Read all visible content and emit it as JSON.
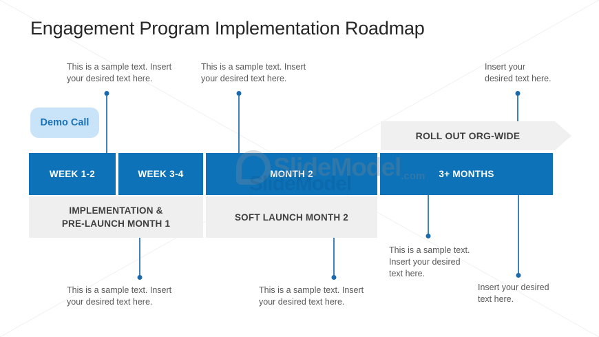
{
  "slide": {
    "title": "Engagement Program Implementation Roadmap"
  },
  "demo_call_badge": {
    "label": "Demo Call"
  },
  "rollout": {
    "label": "ROLL OUT ORG-WIDE"
  },
  "timeline": {
    "segments": [
      {
        "label": "WEEK 1-2"
      },
      {
        "label": "WEEK 3-4"
      },
      {
        "label": "MONTH 2"
      },
      {
        "label": "3+ MONTHS"
      }
    ],
    "phases": [
      {
        "label": "IMPLEMENTATION &\nPRE-LAUNCH MONTH 1"
      },
      {
        "label": "SOFT LAUNCH MONTH 2"
      }
    ]
  },
  "annotations": {
    "top": [
      {
        "text": "This is a sample text. Insert\nyour desired text here."
      },
      {
        "text": "This is a sample text. Insert\nyour desired text here."
      },
      {
        "text": "Insert your\ndesired text here."
      }
    ],
    "bottom": [
      {
        "text": "This is a sample text. Insert\nyour desired text here."
      },
      {
        "text": "This is a sample text. Insert\nyour desired text here."
      },
      {
        "text": "This is a sample text.\nInsert your desired\ntext here."
      },
      {
        "text": "Insert your desired\ntext here."
      }
    ]
  },
  "watermark": {
    "brand": "SlideModel",
    "suffix": ".com"
  },
  "colors": {
    "primary_blue": "#0d72b8",
    "badge_bg": "#c9e4f8",
    "badge_text": "#1a72b8",
    "segment_text": "#ffffff",
    "phase_bg": "#efefef",
    "phase_text": "#3f3f3f",
    "arrow_bg": "#f0f0f0",
    "annotation_text": "#595959",
    "connector_line": "#3c82bb",
    "connector_dot": "#1b6aab",
    "title_text": "#262626"
  }
}
